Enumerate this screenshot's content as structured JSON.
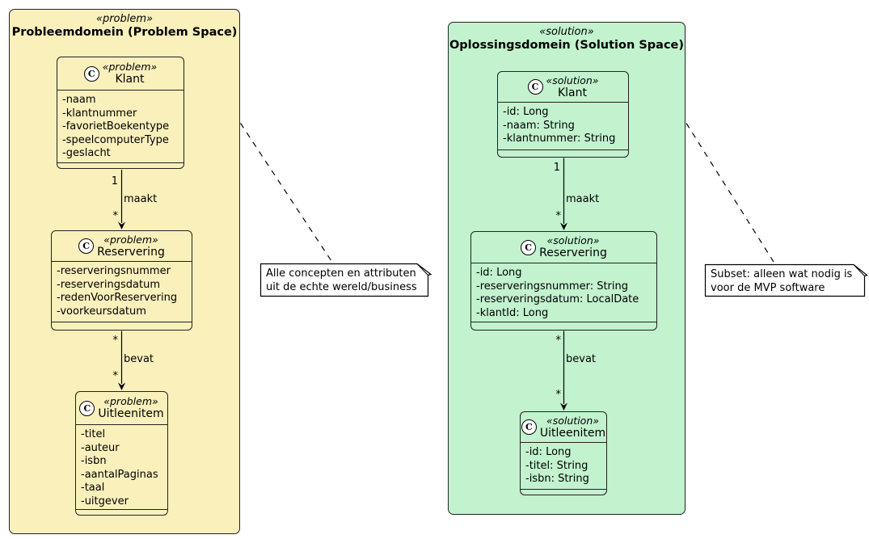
{
  "diagram_type": "uml-class-diagram",
  "colors": {
    "problem_fill": "#FAF0BC",
    "solution_fill": "#C2F2CE",
    "note_fill": "#FFFFFF",
    "border": "#222222"
  },
  "class_icon_letter": "C",
  "packages": [
    {
      "stereotype": "«problem»",
      "title": "Probleemdomein (Problem Space)",
      "classes": [
        {
          "stereotype": "«problem»",
          "name": "Klant",
          "attributes": [
            "-naam",
            "-klantnummer",
            "-favorietBoekentype",
            "-speelcomputerType",
            "-geslacht"
          ]
        },
        {
          "stereotype": "«problem»",
          "name": "Reservering",
          "attributes": [
            "-reserveringsnummer",
            "-reserveringsdatum",
            "-redenVoorReservering",
            "-voorkeursdatum"
          ]
        },
        {
          "stereotype": "«problem»",
          "name": "Uitleenitem",
          "attributes": [
            "-titel",
            "-auteur",
            "-isbn",
            "-aantalPaginas",
            "-taal",
            "-uitgever"
          ]
        }
      ]
    },
    {
      "stereotype": "«solution»",
      "title": "Oplossingsdomein (Solution Space)",
      "classes": [
        {
          "stereotype": "«solution»",
          "name": "Klant",
          "attributes": [
            "-id: Long",
            "-naam: String",
            "-klantnummer: String"
          ]
        },
        {
          "stereotype": "«solution»",
          "name": "Reservering",
          "attributes": [
            "-id: Long",
            "-reserveringsnummer: String",
            "-reserveringsdatum: LocalDate",
            "-klantId: Long"
          ]
        },
        {
          "stereotype": "«solution»",
          "name": "Uitleenitem",
          "attributes": [
            "-id: Long",
            "-titel: String",
            "-isbn: String"
          ]
        }
      ]
    }
  ],
  "edges": {
    "left_maakt": {
      "source_mult": "1",
      "label": "maakt",
      "target_mult": "*"
    },
    "left_bevat": {
      "source_mult": "*",
      "label": "bevat",
      "target_mult": "*"
    },
    "right_maakt": {
      "source_mult": "1",
      "label": "maakt",
      "target_mult": "*"
    },
    "right_bevat": {
      "source_mult": "*",
      "label": "bevat",
      "target_mult": "*"
    }
  },
  "notes": [
    {
      "lines": [
        "Alle concepten en attributen",
        "uit de echte wereld/business"
      ]
    },
    {
      "lines": [
        "Subset: alleen wat nodig is",
        "voor de MVP software"
      ]
    }
  ]
}
